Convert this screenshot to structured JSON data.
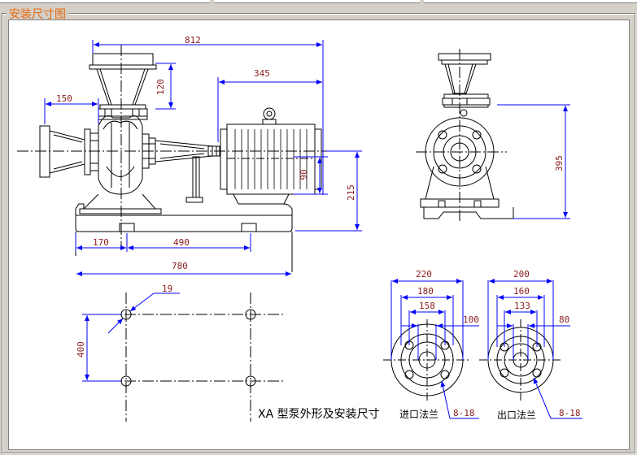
{
  "window": {
    "group_title": "安装尺寸图"
  },
  "drawing": {
    "caption_main": "XA 型泵外形及安装尺寸",
    "caption_inlet": "进口法兰",
    "caption_outlet": "出口法兰",
    "dims": {
      "overall_length": "812",
      "motor_to_end": "345",
      "inlet_height": "120",
      "suction_offset": "150",
      "motor_height": "90",
      "shaft_height": "215",
      "base_left": "170",
      "base_bolts": "490",
      "base_length": "780",
      "side_height": "395",
      "bolt_hole": "19",
      "bolt_spacing": "400",
      "inlet_d_outer": "220",
      "inlet_d_bolt": "180",
      "inlet_d_raised": "158",
      "inlet_d_bore": "100",
      "inlet_holes": "8-18",
      "outlet_d_outer": "200",
      "outlet_d_bolt": "160",
      "outlet_d_raised": "133",
      "outlet_d_bore": "80",
      "outlet_holes": "8-18"
    }
  },
  "colors": {
    "dimension_line": "#0000ff",
    "dimension_text": "#8b1c1c",
    "drawing_line": "#000000",
    "title": "#e8670e"
  }
}
